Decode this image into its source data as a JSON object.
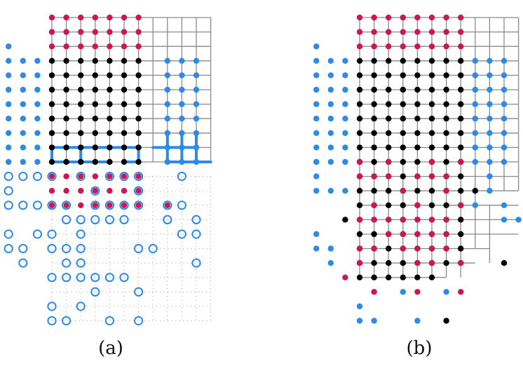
{
  "figure": {
    "colors": {
      "grid": "#8a8a8a",
      "dotted": "#bdbdbd",
      "black": "#000000",
      "red": "#cc1655",
      "blue": "#2d8ae6",
      "blue_line": "#2d8ae6"
    },
    "panels": [
      {
        "id": "a",
        "caption": "(a)",
        "grid_row_range": [
          0,
          11
        ],
        "grid_col_range": [
          0,
          11
        ],
        "dotted_row_range": [
          11,
          21
        ],
        "red_rows": [
          0,
          1,
          2
        ],
        "red_cols": [
          0,
          6
        ],
        "black_rows": [
          3,
          10
        ],
        "black_cols": [
          0,
          6
        ],
        "blue_right_rows": [
          3,
          10
        ],
        "blue_right_cols": [
          8,
          10
        ],
        "blue_left_rows": [
          3,
          11
        ],
        "blue_left_cols": [
          -3,
          -1
        ],
        "blue_left_extra": [
          [
            2,
            -3
          ]
        ],
        "red_lower": [
          [
            11,
            0
          ],
          [
            11,
            1
          ],
          [
            11,
            2
          ],
          [
            11,
            3
          ],
          [
            11,
            4
          ],
          [
            11,
            5
          ],
          [
            11,
            6
          ],
          [
            12,
            0
          ],
          [
            12,
            1
          ],
          [
            12,
            2
          ],
          [
            12,
            3
          ],
          [
            12,
            4
          ],
          [
            12,
            5
          ],
          [
            12,
            6
          ],
          [
            13,
            0
          ],
          [
            13,
            1
          ],
          [
            13,
            2
          ],
          [
            13,
            3
          ],
          [
            13,
            4
          ],
          [
            13,
            5
          ],
          [
            13,
            6
          ],
          [
            13,
            8
          ]
        ],
        "rings": [
          [
            11,
            -3
          ],
          [
            11,
            -2
          ],
          [
            11,
            -1
          ],
          [
            11,
            0
          ],
          [
            11,
            2
          ],
          [
            11,
            4
          ],
          [
            11,
            5
          ],
          [
            11,
            6
          ],
          [
            11,
            9
          ],
          [
            12,
            -3
          ],
          [
            12,
            3
          ],
          [
            12,
            6
          ],
          [
            13,
            -3
          ],
          [
            13,
            -2
          ],
          [
            13,
            -1
          ],
          [
            13,
            0
          ],
          [
            13,
            1
          ],
          [
            13,
            3
          ],
          [
            13,
            4
          ],
          [
            13,
            5
          ],
          [
            13,
            6
          ],
          [
            13,
            8
          ],
          [
            13,
            9
          ],
          [
            14,
            1
          ],
          [
            14,
            2
          ],
          [
            14,
            3
          ],
          [
            14,
            4
          ],
          [
            14,
            5
          ],
          [
            14,
            8
          ],
          [
            14,
            10
          ],
          [
            15,
            -3
          ],
          [
            15,
            -1
          ],
          [
            15,
            0
          ],
          [
            15,
            2
          ],
          [
            15,
            9
          ],
          [
            15,
            10
          ],
          [
            16,
            -3
          ],
          [
            16,
            -2
          ],
          [
            16,
            0
          ],
          [
            16,
            1
          ],
          [
            16,
            2
          ],
          [
            16,
            6
          ],
          [
            16,
            7
          ],
          [
            17,
            -2
          ],
          [
            17,
            1
          ],
          [
            17,
            2
          ],
          [
            17,
            10
          ],
          [
            18,
            0
          ],
          [
            18,
            1
          ],
          [
            18,
            2
          ],
          [
            18,
            3
          ],
          [
            18,
            4
          ],
          [
            18,
            5
          ],
          [
            19,
            3
          ],
          [
            19,
            6
          ],
          [
            20,
            0
          ],
          [
            20,
            2
          ],
          [
            21,
            0
          ],
          [
            21,
            1
          ],
          [
            21,
            4
          ],
          [
            21,
            6
          ]
        ],
        "blue_segments": [
          [
            [
              9,
              0
            ],
            [
              9,
              6
            ]
          ],
          [
            [
              10,
              0
            ],
            [
              10,
              4
            ]
          ],
          [
            [
              10,
              5
            ],
            [
              10,
              6
            ]
          ],
          [
            [
              9,
              0
            ],
            [
              10,
              0
            ]
          ],
          [
            [
              9,
              2
            ],
            [
              10,
              2
            ]
          ],
          [
            [
              9,
              6
            ],
            [
              10,
              6
            ]
          ],
          [
            [
              8,
              8
            ],
            [
              10,
              8
            ]
          ],
          [
            [
              8,
              9
            ],
            [
              10,
              9
            ]
          ],
          [
            [
              8,
              10
            ],
            [
              10,
              10
            ]
          ],
          [
            [
              9,
              7
            ],
            [
              9,
              10
            ]
          ],
          [
            [
              10,
              8
            ],
            [
              10,
              11
            ]
          ]
        ]
      },
      {
        "id": "b",
        "caption": "(b)",
        "grid_row_range": [
          0,
          16
        ],
        "grid_col_range": [
          0,
          11
        ],
        "red_top_rows": [
          0,
          1,
          2
        ],
        "red_top_cols": [
          0,
          7
        ],
        "black_main_rows": [
          3,
          15
        ],
        "black_main_cols": [
          0,
          7
        ],
        "blue_right_rows": [
          3,
          10
        ],
        "blue_right_cols": [
          8,
          10
        ],
        "blue_left_rows": [
          3,
          10
        ],
        "blue_left_cols": [
          -3,
          -1
        ],
        "red_mixed": [
          [
            10,
            0
          ],
          [
            10,
            2
          ],
          [
            10,
            5
          ],
          [
            10,
            7
          ],
          [
            11,
            0
          ],
          [
            11,
            1
          ],
          [
            11,
            2
          ],
          [
            11,
            4
          ],
          [
            11,
            5
          ],
          [
            11,
            6
          ],
          [
            12,
            3
          ],
          [
            12,
            6
          ],
          [
            13,
            1
          ],
          [
            13,
            4
          ],
          [
            13,
            7
          ],
          [
            14,
            0
          ],
          [
            14,
            1
          ],
          [
            14,
            2
          ],
          [
            14,
            3
          ],
          [
            14,
            4
          ],
          [
            14,
            5
          ],
          [
            14,
            6
          ],
          [
            15,
            2
          ],
          [
            15,
            3
          ],
          [
            15,
            4
          ],
          [
            15,
            5
          ],
          [
            15,
            6
          ],
          [
            16,
            0
          ],
          [
            16,
            1
          ],
          [
            16,
            3
          ],
          [
            16,
            4
          ],
          [
            16,
            5
          ],
          [
            16,
            6
          ],
          [
            17,
            0
          ],
          [
            17,
            4
          ],
          [
            17,
            5
          ],
          [
            17,
            7
          ],
          [
            18,
            -1
          ]
        ],
        "blue_extra": [
          [
            2,
            -3
          ],
          [
            10,
            -3
          ],
          [
            11,
            -3
          ],
          [
            12,
            -3
          ],
          [
            12,
            -2
          ],
          [
            12,
            -1
          ],
          [
            11,
            9
          ],
          [
            12,
            9
          ],
          [
            13,
            8
          ],
          [
            13,
            10
          ],
          [
            14,
            10
          ],
          [
            14,
            11
          ],
          [
            15,
            -3
          ],
          [
            16,
            -3
          ],
          [
            16,
            -2
          ],
          [
            17,
            -2
          ],
          [
            19,
            1
          ],
          [
            19,
            3
          ],
          [
            19,
            6
          ],
          [
            20,
            0
          ],
          [
            21,
            0
          ],
          [
            21,
            1
          ],
          [
            21,
            4
          ]
        ],
        "red_extra": [
          [
            19,
            1
          ],
          [
            19,
            4
          ],
          [
            19,
            7
          ]
        ],
        "black_extra": [
          [
            12,
            8
          ],
          [
            14,
            -1
          ],
          [
            17,
            10
          ],
          [
            21,
            6
          ]
        ]
      }
    ]
  }
}
